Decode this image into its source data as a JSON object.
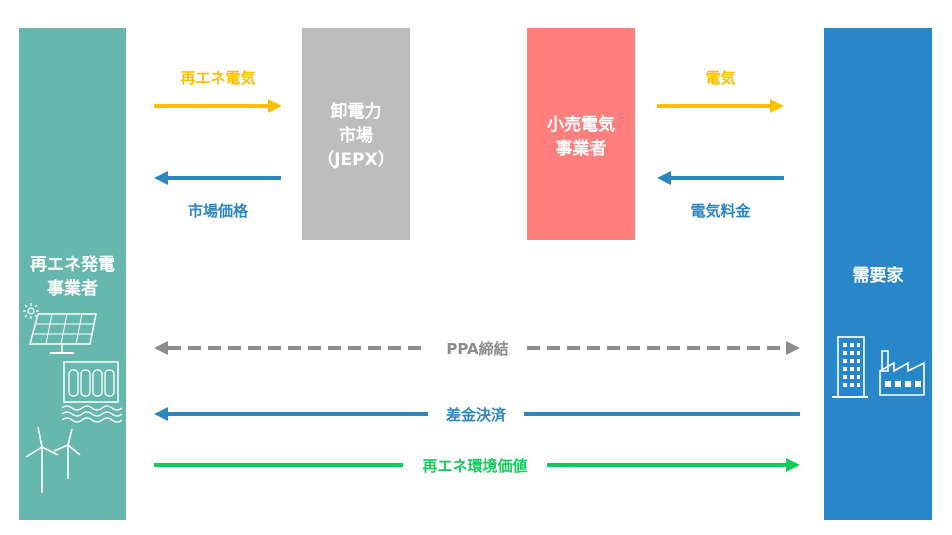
{
  "colors": {
    "generator": "#66b7ac",
    "wholesale": "#bdbdbd",
    "retail": "#ff7f7f",
    "consumer": "#2887c8",
    "yellow": "#ffbf00",
    "blue": "#2e86c1",
    "gray": "#8c8c8c",
    "green": "#16c95b"
  },
  "boxes": {
    "generator": {
      "line1": "再エネ発電",
      "line2": "事業者"
    },
    "wholesale": {
      "line1": "卸電力",
      "line2": "市場",
      "line3": "（JEPX）"
    },
    "retail": {
      "line1": "小売電気",
      "line2": "事業者"
    },
    "consumer": {
      "line1": "需要家"
    }
  },
  "flows": {
    "renewable_power": "再エネ電気",
    "market_price": "市場価格",
    "power": "電気",
    "power_fee": "電気料金",
    "ppa": "PPA締結",
    "settlement": "差金決済",
    "env_value": "再エネ環境価値"
  },
  "icons": {
    "generator": [
      "sun-icon",
      "solar-panel-icon",
      "dam-icon",
      "wind-turbine-icon"
    ],
    "consumer": [
      "office-building-icon",
      "factory-icon"
    ]
  }
}
